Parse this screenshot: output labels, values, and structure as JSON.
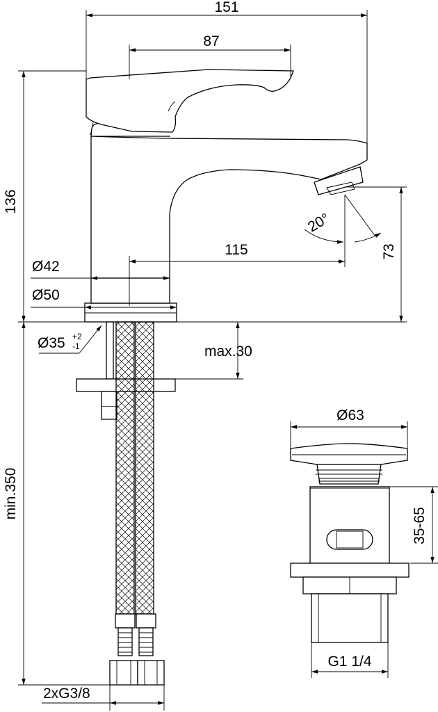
{
  "dimensions": {
    "overall_length": "151",
    "handle_length": "87",
    "height": "136",
    "spout_reach": "115",
    "body_diameter": "Ø42",
    "base_diameter": "Ø50",
    "hole_diameter": "Ø35",
    "hole_tol_upper": "+2",
    "hole_tol_lower": "-1",
    "max_thickness": "max.30",
    "spout_height": "73",
    "spray_angle": "20°",
    "hose_length": "min.350",
    "hose_connection": "2xG3/8",
    "waste_diameter": "Ø63",
    "waste_range": "35-65",
    "waste_thread": "G1 1/4"
  }
}
